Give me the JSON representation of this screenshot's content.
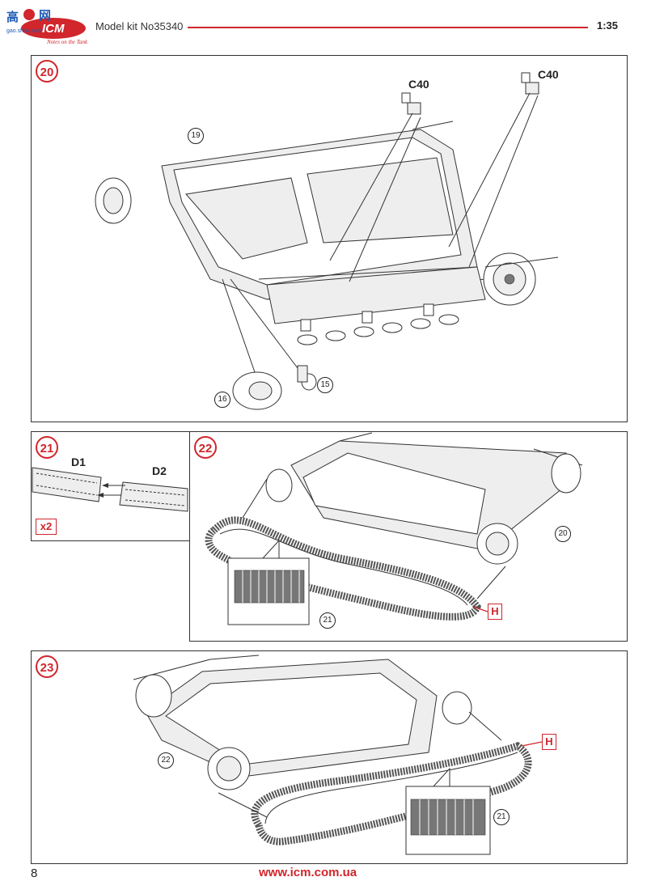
{
  "header": {
    "logo_text": "ICM",
    "logo_watermark": "高手网",
    "logo_tagline": "Notes on the Tank",
    "kit_title": "Model kit No35340",
    "scale": "1:35"
  },
  "colors": {
    "accent": "#d0262c",
    "line": "#333333",
    "fill": "#eeeeee"
  },
  "steps": [
    {
      "number": "20",
      "part_refs": [
        "C40",
        "C40"
      ],
      "callouts": [
        "19",
        "15",
        "16"
      ]
    },
    {
      "number": "21",
      "parts": [
        "D1",
        "D2"
      ],
      "quantity": "x2"
    },
    {
      "number": "22",
      "callouts": [
        "20",
        "21"
      ],
      "tag": "H"
    },
    {
      "number": "23",
      "callouts": [
        "22",
        "21"
      ],
      "tag": "H"
    }
  ],
  "footer": {
    "page_number": "8",
    "url": "www.icm.com.ua"
  }
}
